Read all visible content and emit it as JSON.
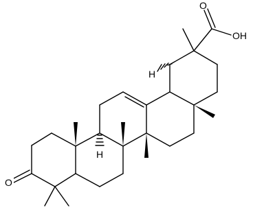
{
  "structure": {
    "atom_labels": {
      "carboxyl_oxygen": "O",
      "hydroxyl": "OH",
      "ketone_oxygen": "O",
      "stereo_h_upper": "H",
      "stereo_h_lower": "H"
    }
  }
}
